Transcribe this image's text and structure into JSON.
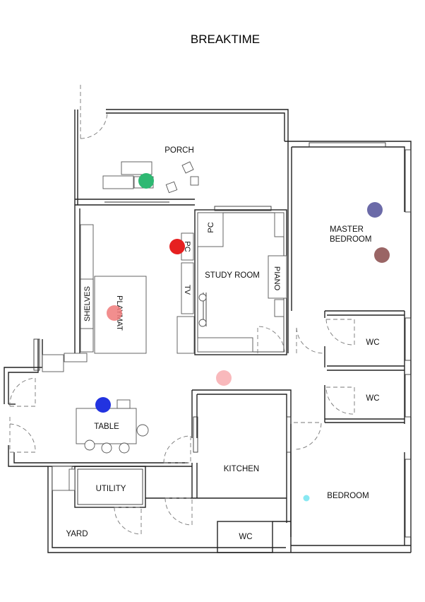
{
  "title": "BREAKTIME",
  "rooms": {
    "porch": "PORCH",
    "master_bedroom_1": "MASTER",
    "master_bedroom_2": "BEDROOM",
    "study_room": "STUDY ROOM",
    "pc_study": "PC",
    "piano": "PIANO",
    "pc_living": "PC",
    "tv": "TV",
    "shelves": "SHELVES",
    "playmat": "PLAYMAT",
    "wc_1": "WC",
    "wc_2": "WC",
    "table": "TABLE",
    "kitchen": "KITCHEN",
    "utility": "UTILITY",
    "bedroom": "BEDROOM",
    "yard": "YARD",
    "wc_3": "WC"
  },
  "markers": [
    {
      "id": "porch",
      "color": "#2eb872",
      "opacity": 1
    },
    {
      "id": "pc",
      "color": "#e62020",
      "opacity": 1
    },
    {
      "id": "playmat",
      "color": "#f07a7a",
      "opacity": 0.85
    },
    {
      "id": "hallway",
      "color": "#f7a8ab",
      "opacity": 0.8
    },
    {
      "id": "master-bedroom-upper",
      "color": "#6b6aa8",
      "opacity": 1
    },
    {
      "id": "master-bedroom-lower",
      "color": "#9a6565",
      "opacity": 1
    },
    {
      "id": "table",
      "color": "#2233e0",
      "opacity": 1
    },
    {
      "id": "bedroom",
      "color": "#88e8f2",
      "opacity": 1
    }
  ]
}
